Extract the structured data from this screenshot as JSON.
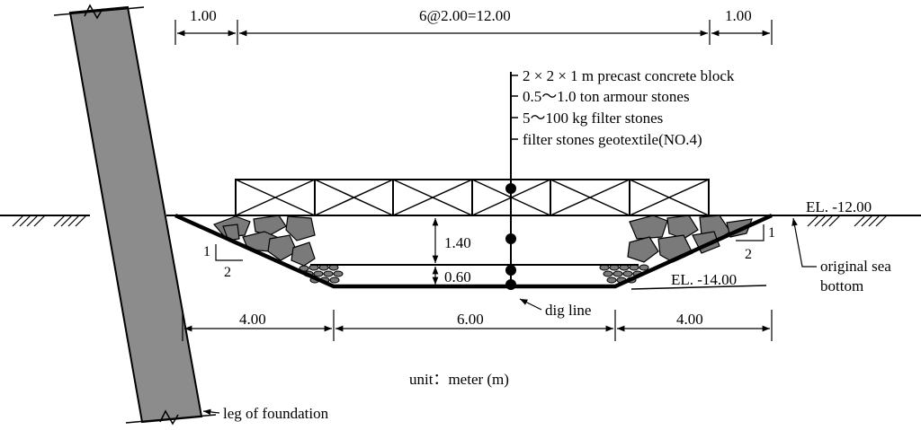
{
  "dimensions": {
    "top_left": "1.00",
    "top_mid": "6@2.00=12.00",
    "top_right": "1.00",
    "bottom_left": "4.00",
    "bottom_mid": "6.00",
    "bottom_right": "4.00",
    "height_upper": "1.40",
    "height_lower": "0.60"
  },
  "legend": {
    "item1": "2 × 2 × 1 m precast concrete block",
    "item2": "0.5～1.0 ton armour stones",
    "item3": "5～100 kg filter stones",
    "item4": "filter stones geotextile(NO.4)"
  },
  "elevations": {
    "top": "EL. -12.00",
    "bottom": "EL. -14.00"
  },
  "slopes": {
    "left_v": "1",
    "left_h": "2",
    "right_v": "1",
    "right_h": "2"
  },
  "labels": {
    "original_line1": "original sea",
    "original_line2": "bottom",
    "dig_line": "dig line",
    "unit": "unit：meter (m)",
    "leg": "leg of foundation"
  },
  "colors": {
    "pile": "#8c8c8c",
    "stone": "#7a7a7a",
    "line": "#000000"
  }
}
